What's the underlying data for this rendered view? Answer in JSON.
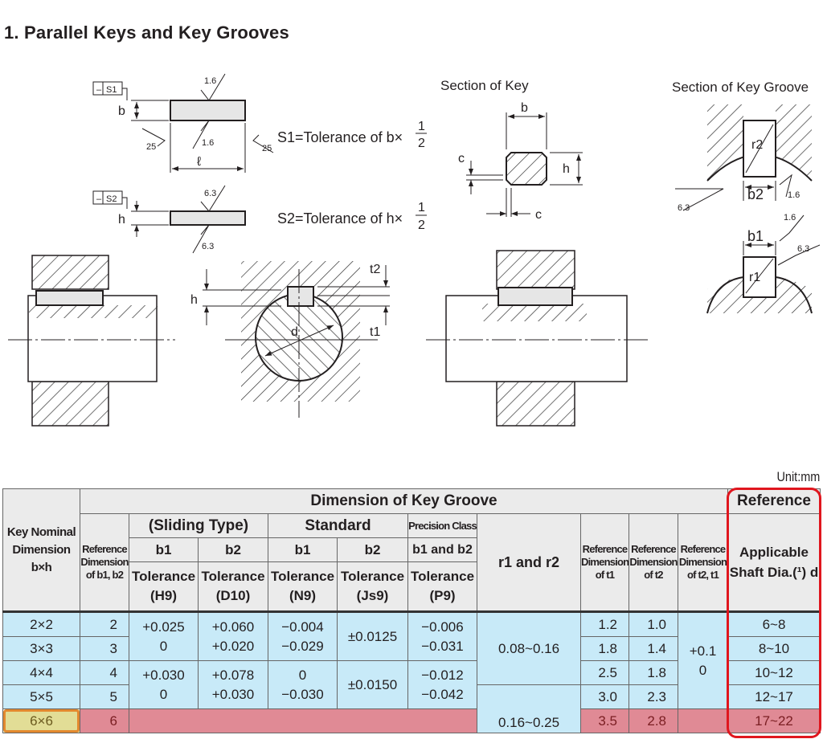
{
  "title": "1. Parallel Keys and Key Grooves",
  "drawing_labels": {
    "s1_box": "S1",
    "s2_box": "S2",
    "dash": "–",
    "b": "b",
    "h": "h",
    "l": "ℓ",
    "c": "c",
    "d": "d",
    "t1": "t1",
    "t2": "t2",
    "b1": "b1",
    "b2": "b2",
    "r1": "r1",
    "r2": "r2",
    "rough_16": "1.6",
    "rough_25": "25",
    "rough_63": "6.3",
    "s1_note": "S1=Tolerance of b×",
    "s2_note": "S2=Tolerance of h×",
    "half_num": "1",
    "half_den": "2",
    "section_key": "Section of Key",
    "section_groove": "Section of Key Groove"
  },
  "unit": "Unit:mm",
  "table": {
    "h_key_nominal": "Key Nominal Dimension b×h",
    "h_groove": "Dimension of Key Groove",
    "h_reference": "Reference",
    "h_ref_b": "Reference Dimension of b1, b2",
    "h_sliding": "(Sliding Type)",
    "h_standard": "Standard",
    "h_precision": "Precision Class",
    "h_b1": "b1",
    "h_b2": "b2",
    "h_b1b2": "b1 and b2",
    "h_r": "r1 and r2",
    "h_t1": "Reference Dimension of t1",
    "h_t2": "Reference Dimension of t2",
    "h_t2t1": "Reference Dimension of t2, t1",
    "h_shaft": "Applicable Shaft Dia.(¹) d",
    "tol": "Tolerance",
    "h9": "(H9)",
    "d10": "(D10)",
    "n9": "(N9)",
    "js9": "(Js9)",
    "p9": "(P9)",
    "rows": [
      {
        "key": "2×2",
        "ref": "2",
        "t1": "1.2",
        "t2": "1.0",
        "d": "6~8"
      },
      {
        "key": "3×3",
        "ref": "3",
        "t1": "1.8",
        "t2": "1.4",
        "d": "8~10"
      },
      {
        "key": "4×4",
        "ref": "4",
        "t1": "2.5",
        "t2": "1.8",
        "d": "10~12"
      },
      {
        "key": "5×5",
        "ref": "5",
        "t1": "3.0",
        "t2": "2.3",
        "d": "12~17"
      },
      {
        "key": "6×6",
        "ref": "6",
        "t1": "3.5",
        "t2": "2.8",
        "d": "17~22"
      }
    ],
    "g1": {
      "h9": "+0.025\n0",
      "d10": "+0.060\n+0.020",
      "n9": "−0.004\n−0.029",
      "js9": "±0.0125",
      "p9": "−0.006\n−0.031",
      "r": "0.08~0.16"
    },
    "g2": {
      "h9": "+0.030\n0",
      "d10": "+0.078\n+0.030",
      "n9": "0\n−0.030",
      "js9": "±0.0150",
      "p9": "−0.012\n−0.042",
      "r": "0.16~0.25"
    },
    "t_tol": "+0.1\n0"
  },
  "highlight": {
    "selected_row": "6×6",
    "row_color": "#de4e60",
    "ref_box_color": "#e0161e",
    "cell_color": "#e2dd96"
  }
}
